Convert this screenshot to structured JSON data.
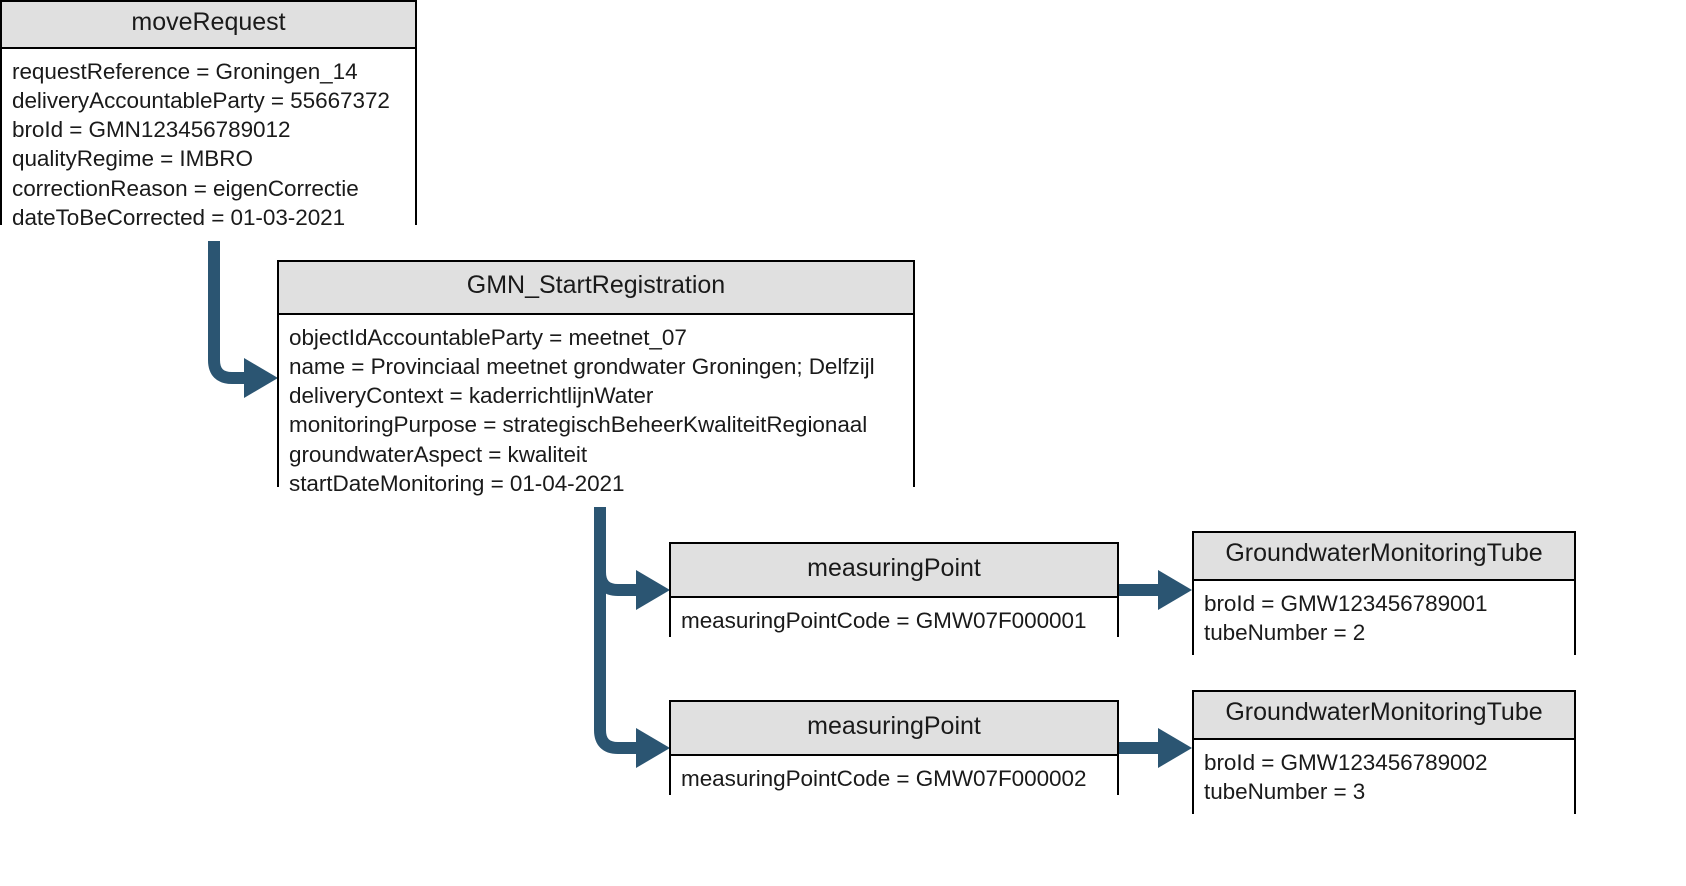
{
  "diagram": {
    "title": "moveRequest correction object diagram",
    "colors": {
      "box_border": "#000000",
      "box_header_fill": "#e0e0e0",
      "box_body_fill": "#ffffff",
      "connector": "#2b5572",
      "text": "#1a1a1a",
      "canvas": "#ffffff"
    },
    "boxes": [
      {
        "id": "moveRequest",
        "title": "moveRequest",
        "attributes": [
          "requestReference = Groningen_14",
          "deliveryAccountableParty = 55667372",
          "broId = GMN123456789012",
          "qualityRegime = IMBRO",
          "correctionReason = eigenCorrectie",
          "dateToBeCorrected = 01-03-2021"
        ]
      },
      {
        "id": "gmnStartRegistration",
        "title": "GMN_StartRegistration",
        "attributes": [
          "objectIdAccountableParty = meetnet_07",
          "name = Provinciaal meetnet grondwater Groningen; Delfzijl",
          "deliveryContext = kaderrichtlijnWater",
          "monitoringPurpose = strategischBeheerKwaliteitRegionaal",
          "groundwaterAspect = kwaliteit",
          "startDateMonitoring = 01-04-2021"
        ]
      },
      {
        "id": "measuringPoint1",
        "title": "measuringPoint",
        "attributes": [
          "measuringPointCode = GMW07F000001"
        ]
      },
      {
        "id": "measuringPoint2",
        "title": "measuringPoint",
        "attributes": [
          "measuringPointCode = GMW07F000002"
        ]
      },
      {
        "id": "groundwaterMonitoringTube1",
        "title": "GroundwaterMonitoringTube",
        "attributes": [
          "broId = GMW123456789001",
          "tubeNumber = 2"
        ]
      },
      {
        "id": "groundwaterMonitoringTube2",
        "title": "GroundwaterMonitoringTube",
        "attributes": [
          "broId = GMW123456789002",
          "tubeNumber = 3"
        ]
      }
    ],
    "connectors": [
      {
        "from": "moveRequest",
        "to": "gmnStartRegistration",
        "style": "elbow-arrow"
      },
      {
        "from": "gmnStartRegistration",
        "to": "measuringPoint1",
        "style": "elbow-arrow"
      },
      {
        "from": "gmnStartRegistration",
        "to": "measuringPoint2",
        "style": "elbow-arrow"
      },
      {
        "from": "measuringPoint1",
        "to": "groundwaterMonitoringTube1",
        "style": "straight-arrow"
      },
      {
        "from": "measuringPoint2",
        "to": "groundwaterMonitoringTube2",
        "style": "straight-arrow"
      }
    ]
  }
}
